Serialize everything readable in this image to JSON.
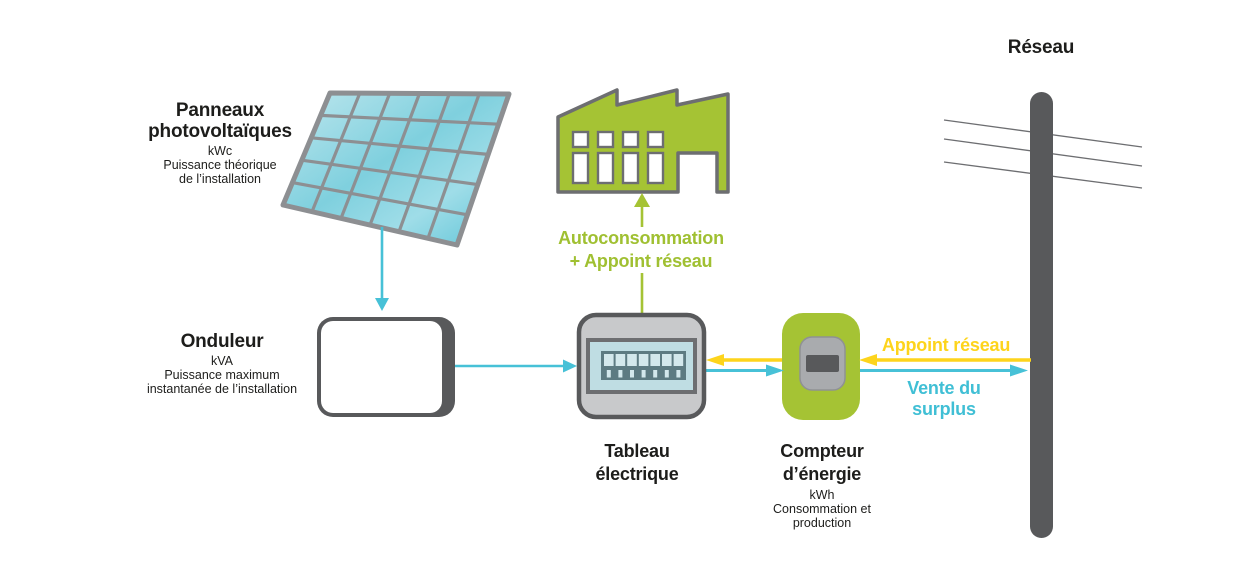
{
  "nodes": {
    "solar_panels": {
      "name_line1": "Panneaux",
      "name_line2": "photovoltaïques",
      "unit": "kWc",
      "description_line1": "Puissance théorique",
      "description_line2": "de l’installation"
    },
    "inverter": {
      "name": "Onduleur",
      "unit": "kVA",
      "description_line1": "Puissance maximum",
      "description_line2": "instantanée de l’installation"
    },
    "electrical_panel": {
      "name_line1": "Tableau",
      "name_line2": "électrique"
    },
    "energy_meter": {
      "name_line1": "Compteur",
      "name_line2": "d’énergie",
      "unit": "kWh",
      "description_line1": "Consommation et",
      "description_line2": "production"
    },
    "grid": {
      "name": "Réseau"
    }
  },
  "flows": {
    "autoconsumption": {
      "label_line1": "Autoconsommation",
      "label_line2": "+ Appoint réseau"
    },
    "grid_backup": {
      "label": "Appoint réseau"
    },
    "surplus_sale": {
      "label_line1": "Vente du",
      "label_line2": "surplus"
    }
  },
  "colors": {
    "green": "#a5c334",
    "yellow": "#fdd41c",
    "cyan": "#47c1d7",
    "dark_gray": "#58595b",
    "panel_blue_light": "#b9e5ed",
    "panel_blue_dark": "#5cc3d6"
  }
}
